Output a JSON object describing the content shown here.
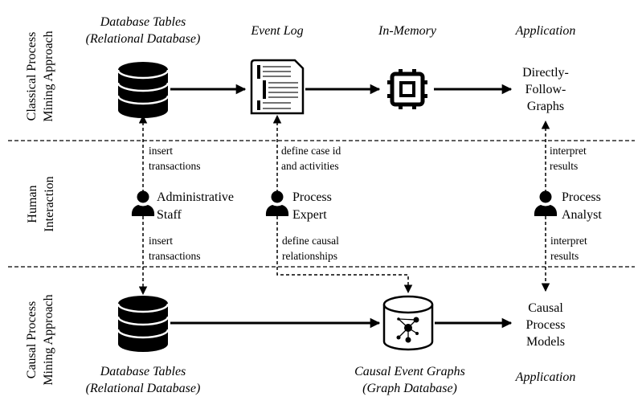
{
  "lanes": {
    "classical": "Classical Process\nMining Approach",
    "human": "Human\nInteraction",
    "causal": "Causal Process\nMining Approach"
  },
  "classical_row": {
    "db_title": "Database Tables",
    "db_subtitle": "(Relational Database)",
    "event_log_title": "Event Log",
    "in_memory_title": "In-Memory",
    "application_title": "Application",
    "application_output": "Directly-\nFollow-\nGraphs"
  },
  "human_row": {
    "actors": [
      {
        "name": "Administrative\nStaff",
        "above_label": "insert\ntransactions",
        "below_label": "insert\ntransactions"
      },
      {
        "name": "Process\nExpert",
        "above_label": "define case id\nand activities",
        "below_label": "define causal\nrelationships"
      },
      {
        "name": "Process\nAnalyst",
        "above_label": "interpret\nresults",
        "below_label": "interpret\nresults"
      }
    ]
  },
  "causal_row": {
    "db_title": "Database Tables",
    "db_subtitle": "(Relational Database)",
    "graph_db_title": "Causal Event Graphs",
    "graph_db_subtitle": "(Graph Database)",
    "application_title": "Application",
    "application_output": "Causal\nProcess\nModels"
  }
}
